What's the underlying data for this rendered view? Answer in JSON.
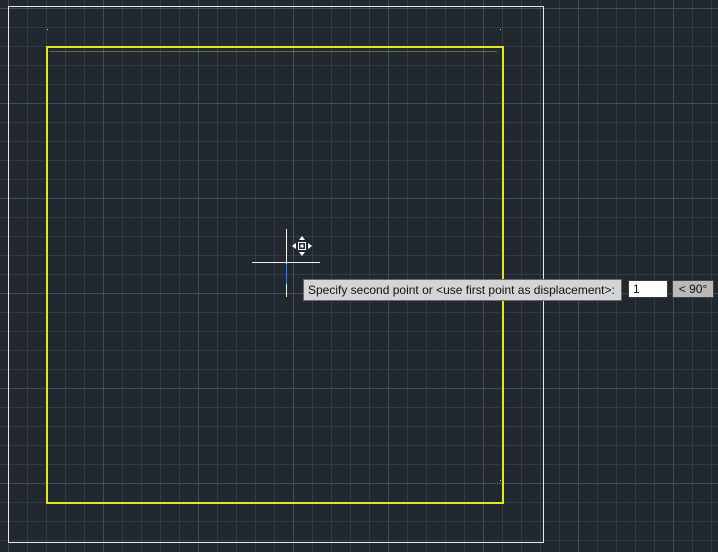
{
  "drawing": {
    "background_color": "#212830",
    "outer_frame_color": "#e8e8e8",
    "inner_frame_color": "#e6e61e"
  },
  "cursor": {
    "icon": "move-grip-icon"
  },
  "dynamic_input": {
    "prompt": "Specify second point or <use first point as displacement>:",
    "distance_value": "1",
    "angle_text": "< 90°"
  }
}
